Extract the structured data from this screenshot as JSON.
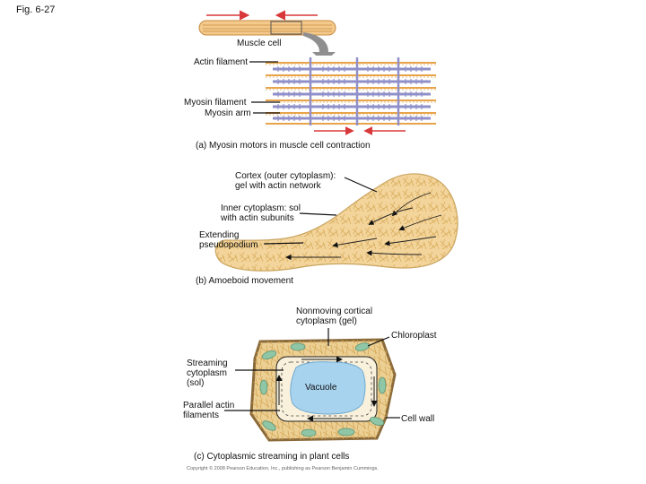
{
  "figure": {
    "number": "Fig. 6-27",
    "copyright": "Copyright © 2008 Pearson Education, Inc., publishing as Pearson Benjamin Cummings."
  },
  "panel_a": {
    "caption": "(a) Myosin motors in muscle cell contraction",
    "labels": {
      "muscle_cell": "Muscle cell",
      "actin_filament": "Actin filament",
      "myosin_filament": "Myosin filament",
      "myosin_arm": "Myosin arm"
    }
  },
  "panel_b": {
    "caption": "(b) Amoeboid movement",
    "labels": {
      "cortex": "Cortex (outer cytoplasm):\ngel with actin network",
      "inner_cytoplasm": "Inner cytoplasm: sol\nwith actin subunits",
      "pseudopodium": "Extending\npseudopodium"
    }
  },
  "panel_c": {
    "caption": "(c) Cytoplasmic streaming in plant cells",
    "labels": {
      "nonmoving": "Nonmoving cortical\ncytoplasm (gel)",
      "chloroplast": "Chloroplast",
      "streaming": "Streaming\ncytoplasm\n(sol)",
      "vacuole": "Vacuole",
      "parallel_actin": "Parallel actin\nfilaments",
      "cell_wall": "Cell wall"
    }
  },
  "colors": {
    "arrow_red": "#d9383a",
    "cytoplasm": "#f6d79a",
    "cell_fill": "#f0d195",
    "cell_wall": "#8a6a3a",
    "actin": "#e8a44a",
    "myosin": "#8f8fc9",
    "vacuole": "#a7d3ef",
    "chloroplast": "#8fc6a6"
  }
}
